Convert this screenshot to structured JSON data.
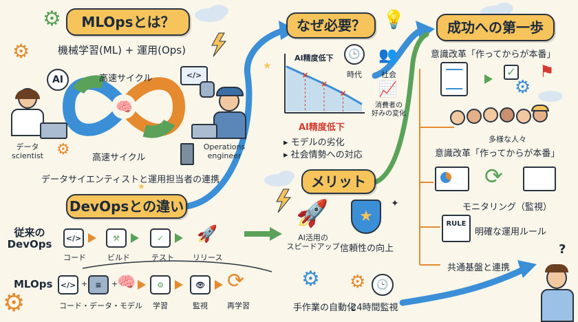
{
  "section1": {
    "title": "MLOpsとは？",
    "subtitle": "機械学習(ML) + 運用(Ops)",
    "loop_top": "高速サイクル",
    "loop_bottom": "高速サイクル",
    "ai_badge": "AI",
    "code_badge": "</>",
    "data_scientist": "データ\nscientist",
    "ops_engineer": "Operations\nengineer",
    "caption": "データサイエンティストと運用担当者の連携"
  },
  "section2": {
    "title": "なぜ必要？",
    "chart_label": "AI精度低下",
    "chart_label_red": "AI精度低下",
    "time_label": "時代",
    "society_label": "社会",
    "consumer_label": "消費者の\n好みの変化",
    "bullet1": "モデルの劣化",
    "bullet2": "社会情勢への対応"
  },
  "section3": {
    "title": "成功への第一歩",
    "item1": "意識改革「作ってからが本番」",
    "people_label": "多様な人々",
    "item2": "意識改革「作ってからが本番」",
    "item3": "モニタリング（監視）",
    "rule_badge": "RULE",
    "item4": "明確な運用ルール",
    "item5": "共通基盤と連携"
  },
  "section4": {
    "title": "DevOpsとの違い",
    "devops_label": "従来の\nDevOps",
    "devops_steps": [
      "コード",
      "ビルド",
      "テスト",
      "リリース"
    ],
    "mlops_label": "MLOps",
    "mlops_steps": [
      "コード・データ・モデル",
      "学習",
      "監視",
      "再学習"
    ]
  },
  "section5": {
    "title": "メリット",
    "merit1": "AI活用の\nスピードアップ",
    "merit2": "信頼性の向上",
    "merit3": "手作業の自動化",
    "merit4": "24時間監視"
  },
  "colors": {
    "title_bg": "#f6c45a",
    "blue": "#3b8fd6",
    "green": "#5aa25a",
    "orange": "#e58a2e",
    "red": "#d63a2e",
    "background": "#fbf6ea"
  },
  "chart_data": {
    "type": "line",
    "title": "AI精度低下",
    "x": [
      0,
      1,
      2,
      3,
      4
    ],
    "values": [
      92,
      80,
      68,
      55,
      40
    ],
    "markers_x": [
      1,
      2,
      3
    ]
  }
}
